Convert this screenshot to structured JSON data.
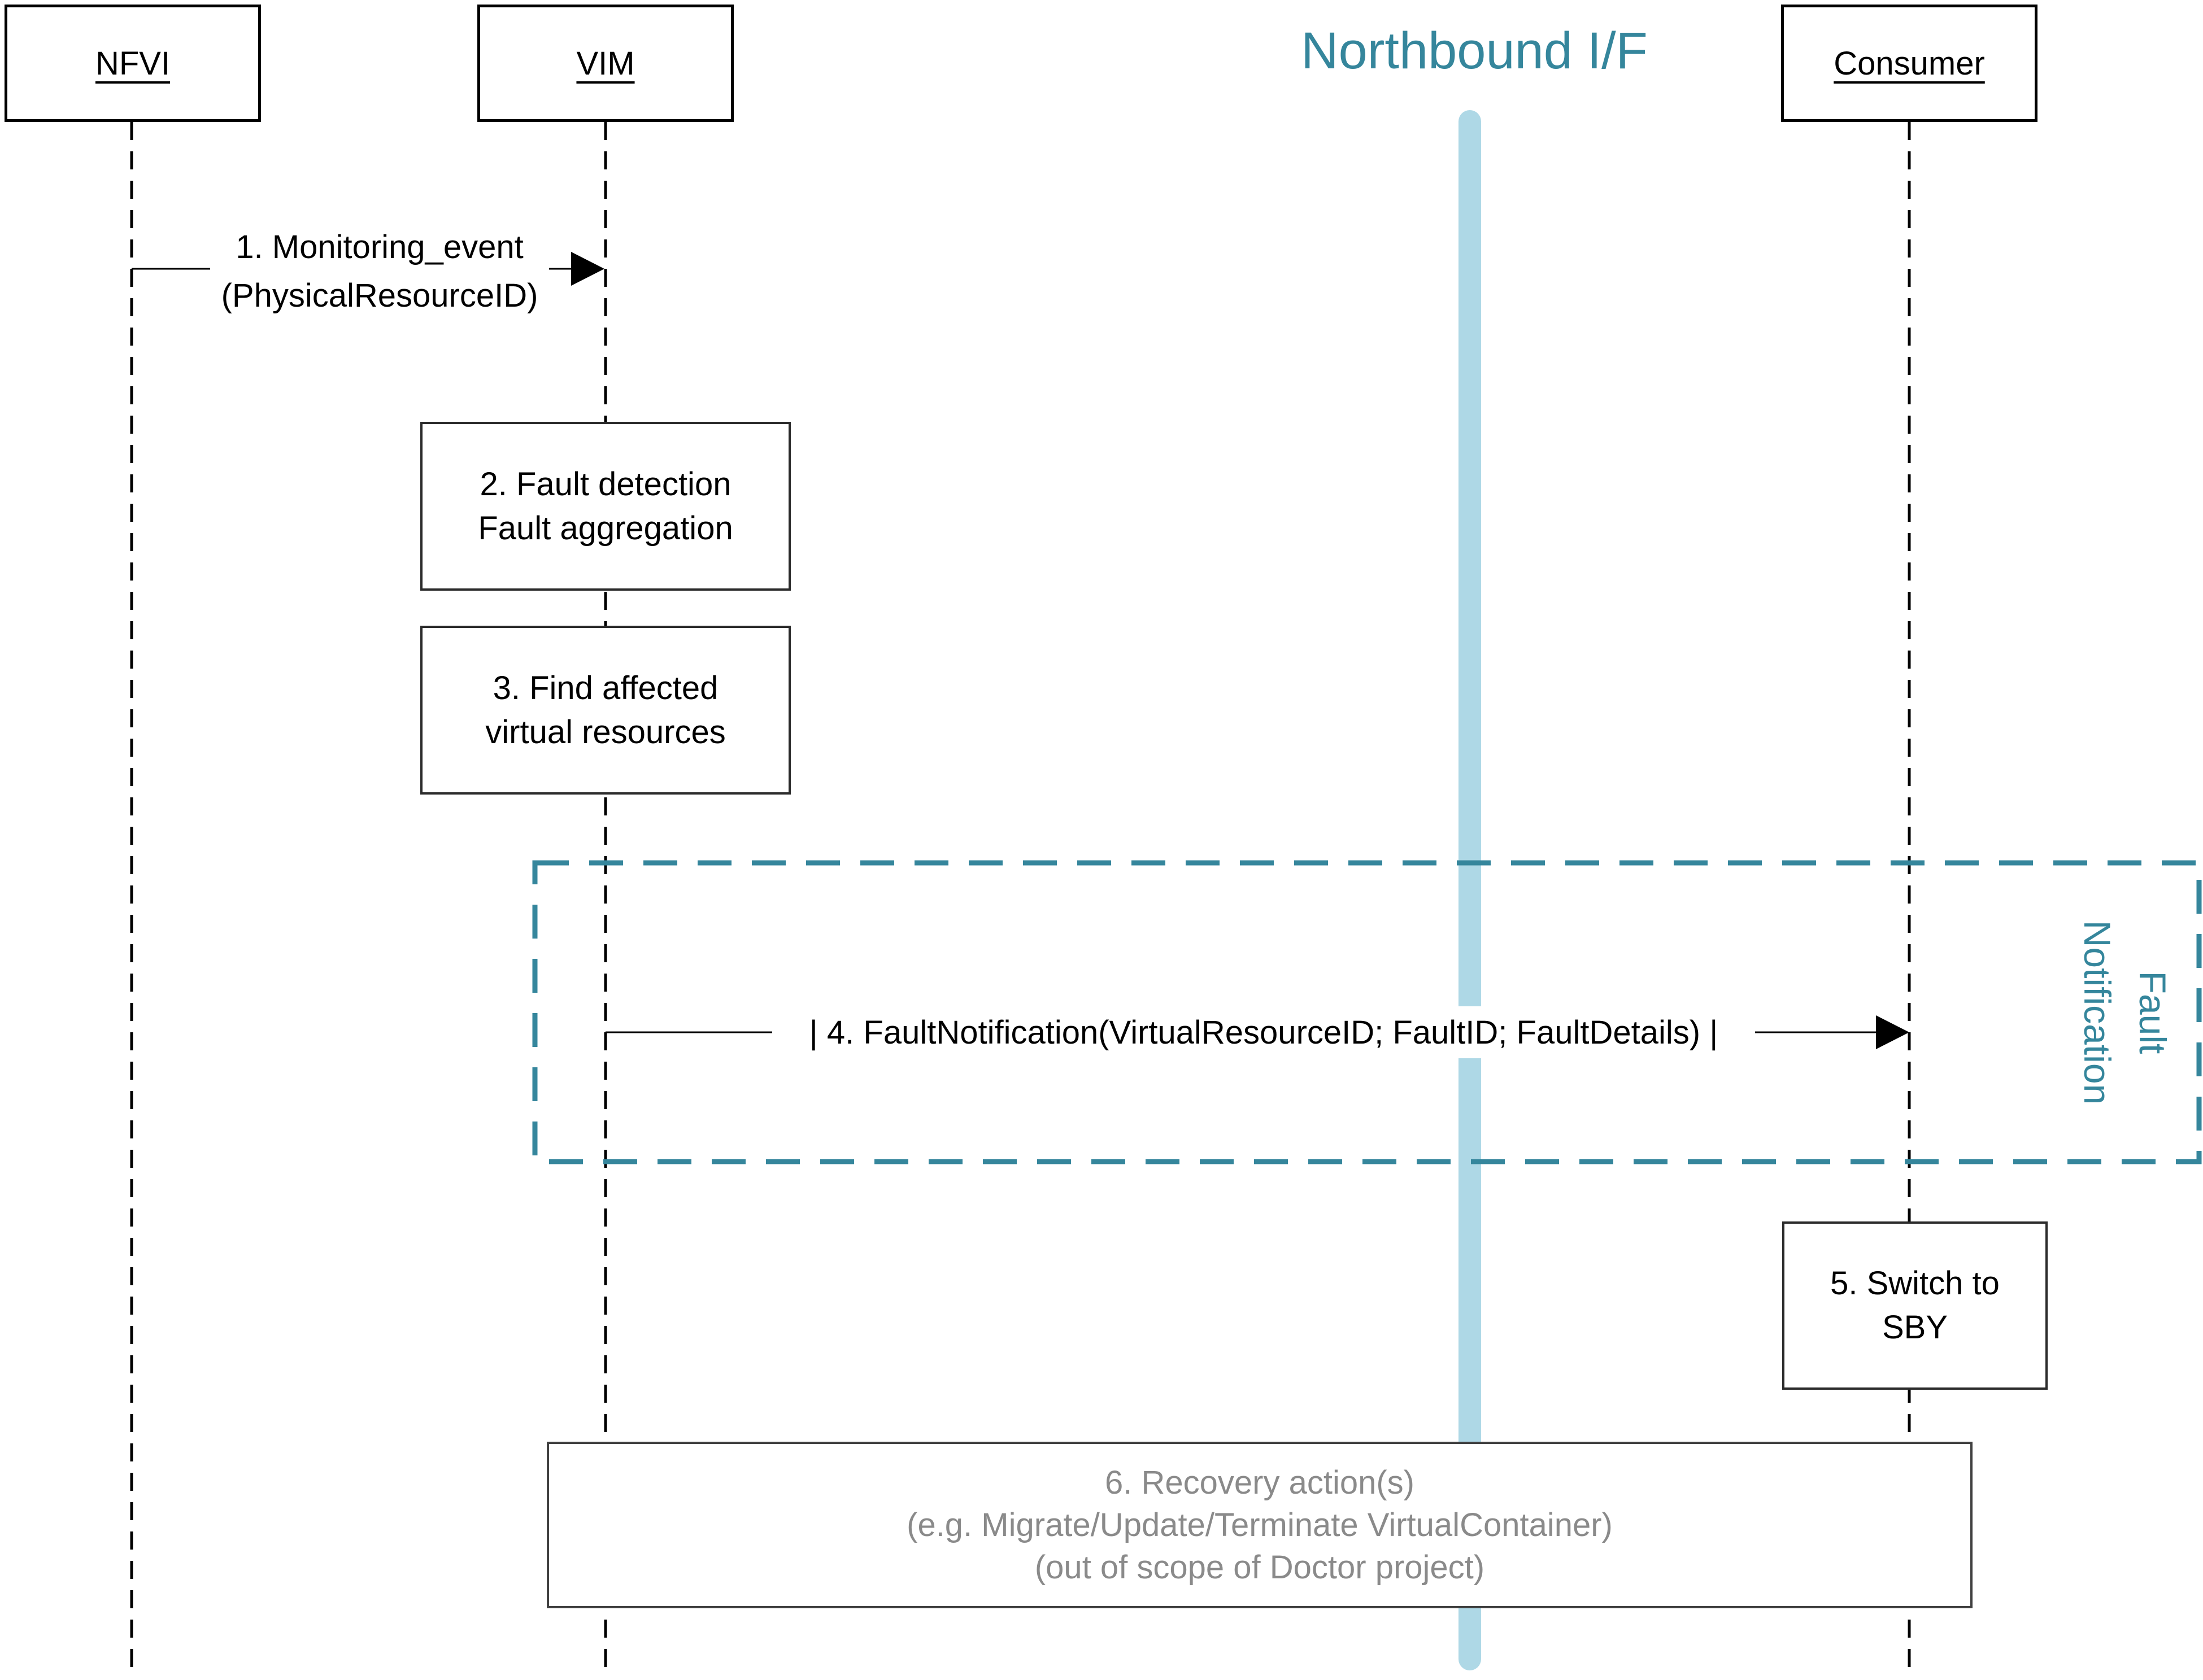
{
  "title": "Northbound I/F",
  "actors": [
    {
      "label": "NFVI"
    },
    {
      "label": "VIM"
    },
    {
      "label": "Consumer"
    }
  ],
  "messages": {
    "m1": {
      "line1": "1. Monitoring_event",
      "line2": "(PhysicalResourceID)"
    },
    "m4": {
      "text": "| 4. FaultNotification(VirtualResourceID; FaultID; FaultDetails) |"
    }
  },
  "steps": {
    "s2": {
      "line1": "2. Fault detection",
      "line2": "Fault aggregation"
    },
    "s3": {
      "line1": "3. Find affected",
      "line2": "virtual resources"
    },
    "s5": {
      "line1": "5. Switch to",
      "line2": "SBY"
    },
    "s6": {
      "line1": "6. Recovery action(s)",
      "line2": "(e.g. Migrate/Update/Terminate VirtualContainer)",
      "line3": "(out of scope of Doctor project)"
    }
  },
  "frame_label": {
    "line1": "Fault",
    "line2": "Notification"
  },
  "colors": {
    "teal": "#35869c",
    "bar_blue": "#aed8e6",
    "gray_text": "#8a8a8a",
    "line_black": "#000000"
  }
}
